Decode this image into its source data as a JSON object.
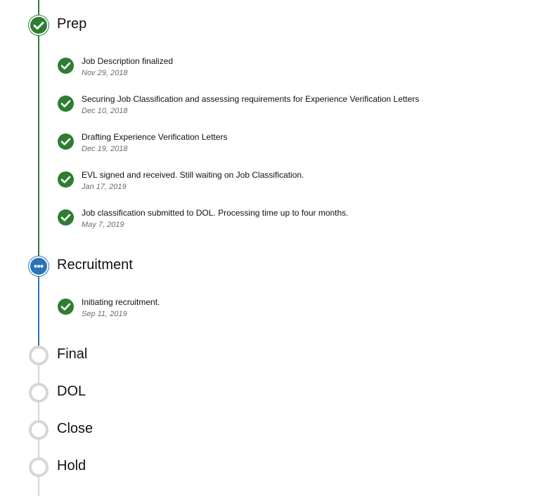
{
  "colors": {
    "done": "#2e7d32",
    "active": "#2a74b8",
    "pending": "#d6d6d6",
    "date": "#6b6b6b"
  },
  "stages": [
    {
      "title": "Prep",
      "status": "done",
      "icon": "check-icon",
      "tasks": [
        {
          "text": "Job Description finalized",
          "date": "Nov 29, 2018"
        },
        {
          "text": "Securing Job Classification and assessing requirements for Experience Verification Letters",
          "date": "Dec 10, 2018"
        },
        {
          "text": "Drafting Experience Verification Letters",
          "date": "Dec 19, 2018"
        },
        {
          "text": "EVL signed and received. Still waiting on Job Classification.",
          "date": "Jan 17, 2019"
        },
        {
          "text": "Job classification submitted to DOL. Processing time up to four months.",
          "date": "May 7, 2019"
        }
      ]
    },
    {
      "title": "Recruitment",
      "status": "in-progress",
      "icon": "ellipsis-icon",
      "tasks": [
        {
          "text": "Initiating recruitment.",
          "date": "Sep 11, 2019"
        }
      ]
    },
    {
      "title": "Final",
      "status": "pending",
      "icon": "empty-circle-icon",
      "tasks": []
    },
    {
      "title": "DOL",
      "status": "pending",
      "icon": "empty-circle-icon",
      "tasks": []
    },
    {
      "title": "Close",
      "status": "pending",
      "icon": "empty-circle-icon",
      "tasks": []
    },
    {
      "title": "Hold",
      "status": "pending",
      "icon": "empty-circle-icon",
      "tasks": []
    }
  ]
}
